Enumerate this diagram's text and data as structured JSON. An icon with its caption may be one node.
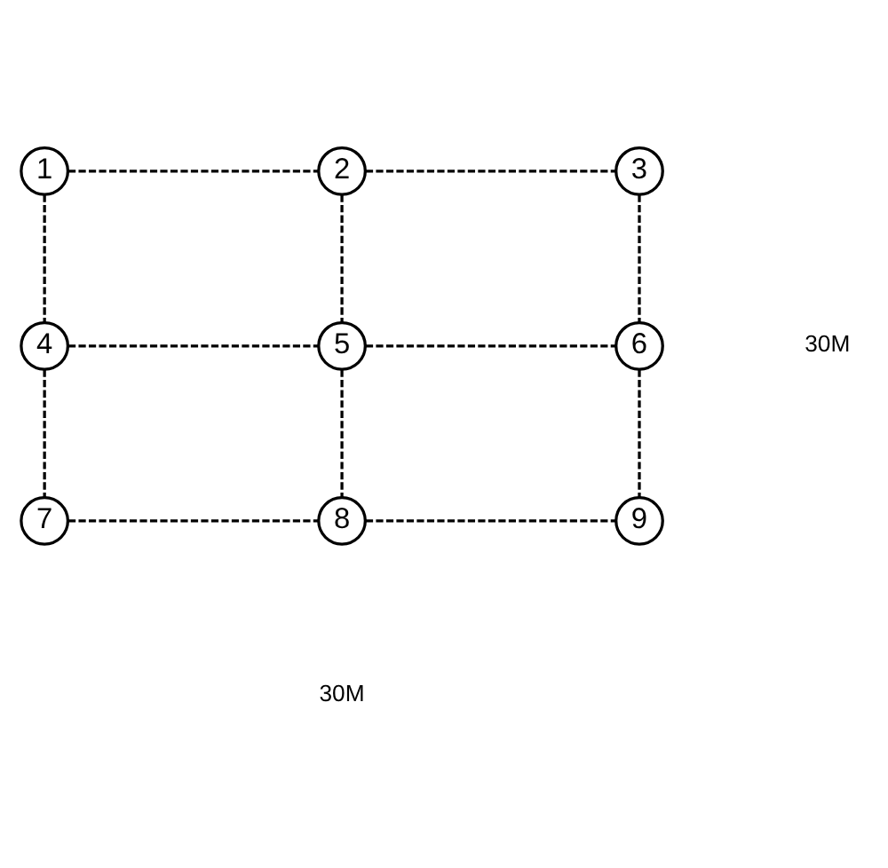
{
  "diagram": {
    "nodes": [
      {
        "text": [
          "1"
        ]
      },
      {
        "text": [
          "2"
        ]
      },
      {
        "text": [
          "3"
        ]
      },
      {
        "text": [
          "4"
        ]
      },
      {
        "text": [
          "5"
        ]
      },
      {
        "text": [
          "6"
        ]
      },
      {
        "text": [
          "7"
        ]
      },
      {
        "text": [
          "8"
        ]
      },
      {
        "text": [
          "9"
        ]
      }
    ],
    "edges": [
      {
        "from": 0,
        "to": 1,
        "arrow": "none",
        "style": "dashed"
      },
      {
        "from": 1,
        "to": 2,
        "arrow": "none",
        "style": "dashed"
      },
      {
        "from": 0,
        "to": 3,
        "arrow": "none",
        "style": "dashed"
      },
      {
        "from": 1,
        "to": 4,
        "arrow": "none",
        "style": "dashed"
      },
      {
        "from": 2,
        "to": 5,
        "arrow": "none",
        "style": "dashed"
      },
      {
        "from": 3,
        "to": 4,
        "arrow": "none",
        "style": "dashed"
      },
      {
        "from": 4,
        "to": 5,
        "arrow": "none",
        "style": "dashed"
      },
      {
        "from": 3,
        "to": 6,
        "arrow": "none",
        "style": "dashed"
      },
      {
        "from": 4,
        "to": 7,
        "arrow": "none",
        "style": "dashed"
      },
      {
        "from": 5,
        "to": 8,
        "arrow": "none",
        "style": "dashed"
      },
      {
        "from": 6,
        "to": 7,
        "arrow": "none",
        "style": "dashed"
      },
      {
        "from": 7,
        "to": 8,
        "arrow": "none",
        "style": "dashed"
      }
    ],
    "labels": [
      "30M",
      "30M"
    ]
  }
}
